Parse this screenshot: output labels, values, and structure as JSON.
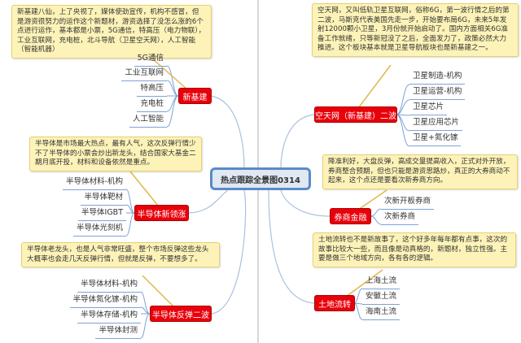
{
  "central": "热点跟踪全景图0314",
  "branches": {
    "xinjijian": {
      "label": "新基建",
      "note": "新基建八仙，上了央视了，媒体使劲宣传，机构不感冒，但是游资很努力的运作这个新题材，游资选择了没怎么涨的6个点进行运作，基本都是小票，5G通信，特高压（电力物联），工业互联网，充电桩，北斗导航（卫星空天网），人工智能（智能机器）",
      "items": [
        "5G通信",
        "工业互联网",
        "特高压",
        "充电桩",
        "人工智能"
      ]
    },
    "bandaoti1": {
      "label": "半导体新领涨",
      "note": "半导体是市场最大热点，最有人气，这次反弹行情少不了半导体的小票会炒出新龙头，结合国家大基金二期月底开投，材料和设备依然是重点。",
      "items": [
        "半导体材料-机构",
        "半导体靶材",
        "半导体IGBT",
        "半导体光刻机"
      ]
    },
    "bandaoti2": {
      "label": "半导体反弹二波",
      "note": "半导体老龙头，也是人气非常旺盛，整个市场反弹这些龙头大概率也会走几天反弹行情，但就是反弹，不要想多了。",
      "items": [
        "半导体材料-机构",
        "半导体氮化镓-机构",
        "半导体存储-机构",
        "半导体封测"
      ]
    },
    "kongtian": {
      "label": "空天网（新基建）二波",
      "note": "空天网，又叫低轨卫星互联网，俗称6G，第一波行情之后的第二波，马斯克代表美国先走一步，开始要布局6G，未来5年发射12000颗小卫星，3月份就开始启动了。国内方面相关6G准备工作就绪，只等新冠没了之后，全面发力了，政策必然大力推进。这个板块基本就是卫星导航板块也是新基建之一。",
      "items": [
        "卫星制造-机构",
        "卫星运营-机构",
        "卫星芯片",
        "卫星应用芯片",
        "卫星+氮化镓"
      ]
    },
    "quanshang": {
      "label": "券商金融",
      "note": "降准利好，大盘反弹，高成交量提高收入，正式对外开放，券商整合预期，但也只能是游资思路炒，真正的大券商动不起来，这个点还是要看次新券商方向。",
      "items": [
        "次新开板券商",
        "次新券商"
      ]
    },
    "tudi": {
      "label": "土地流转",
      "note": "土地流转也不是新故事了，这个好多年每年都有点事，这次的故事比较大一些，而且像是动真格的，新题材，独立性强。主要是做三个地域方向，各有各的逻辑。",
      "items": [
        "上海土流",
        "安徽土流",
        "海南土流"
      ]
    }
  },
  "colors": {
    "node": "#e8000b",
    "note": "#fdf3b8",
    "central_border": "#5a8ac6",
    "leaf_line": "#7da3d6"
  }
}
